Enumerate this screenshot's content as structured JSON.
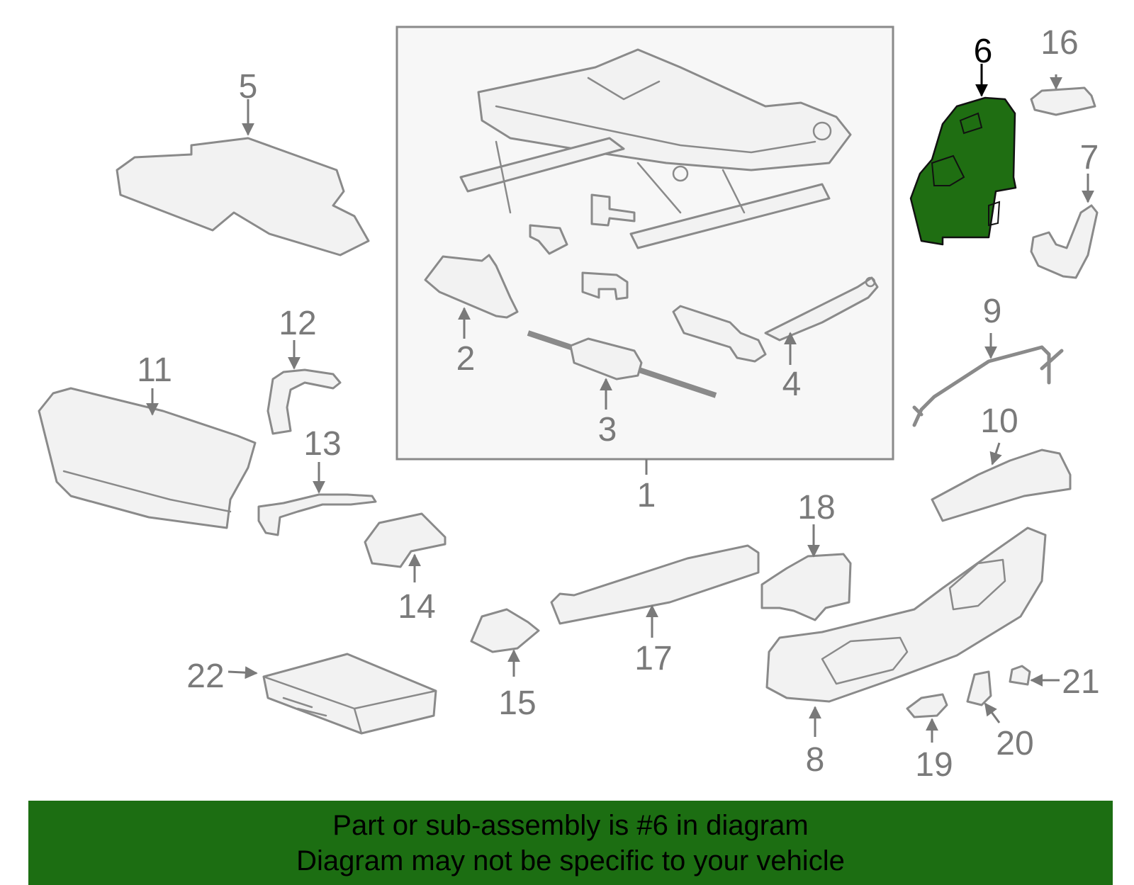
{
  "highlight_color": "#1f6e12",
  "banner_color": "#1c6e12",
  "highlighted_part": "6",
  "callouts": {
    "c1": "1",
    "c2": "2",
    "c3": "3",
    "c4": "4",
    "c5": "5",
    "c6": "6",
    "c7": "7",
    "c8": "8",
    "c9": "9",
    "c10": "10",
    "c11": "11",
    "c12": "12",
    "c13": "13",
    "c14": "14",
    "c15": "15",
    "c16": "16",
    "c17": "17",
    "c18": "18",
    "c19": "19",
    "c20": "20",
    "c21": "21",
    "c22": "22"
  },
  "banner": {
    "line1": "Part or sub-assembly is #6 in diagram",
    "line2": "Diagram may not be specific to your vehicle"
  }
}
